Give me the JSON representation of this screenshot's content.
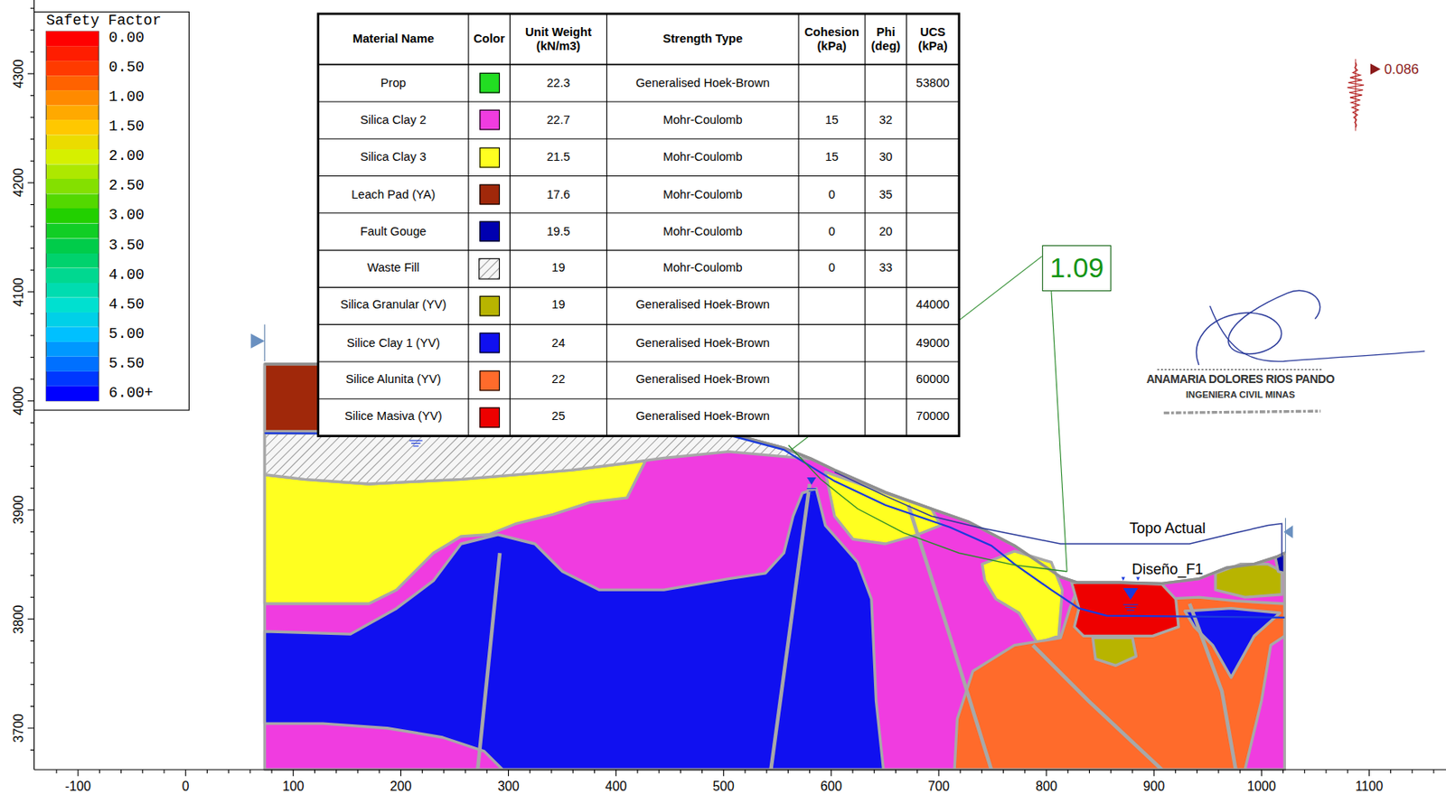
{
  "diagram": {
    "nodes": [
      {
        "text": [
          "1.09"
        ]
      }
    ],
    "labels": [
      "Safety Factor",
      "Material Name",
      "Color",
      "Unit Weight (kN/m3)",
      "Strength Type",
      "Cohesion (kPa)",
      "Phi (deg)",
      "UCS (kPa)",
      "22.3",
      "Generalised Hoek-Brown",
      "53800",
      "22.7",
      "Mohr-Coulomb",
      "15",
      "32",
      "21.5",
      "Mohr-Coulomb",
      "15",
      "30",
      "17.6",
      "Mohr-Coulomb",
      "0",
      "35",
      "19.5",
      "Mohr-Coulomb",
      "0",
      "20",
      "19",
      "Mohr-Coulomb",
      "0",
      "33",
      "19",
      "Generalised Hoek-Brown",
      "44000",
      "24",
      "Generalised Hoek-Brown",
      "49000",
      "22",
      "Generalised Hoek-Brown",
      "60000",
      "25",
      "Generalised Hoek-Brown",
      "70000",
      "4300",
      "4200",
      "4100",
      "4000",
      "3900",
      "3800",
      "3700",
      "-100",
      "0",
      "100",
      "200",
      "300",
      "400",
      "500",
      "600",
      "700",
      "800",
      "900",
      "1000",
      "1100",
      "0.086",
      "Topo Actual",
      "Diseño_F1",
      "ANAMARIA DOLORES RIOS PANDO",
      "INGENIERA CIVIL MINAS"
    ],
    "legend": [
      {
        "text": "0.00",
        "color": "#ff0000"
      },
      {
        "text": "0.50",
        "color": "#ff3a00"
      },
      {
        "text": "1.00",
        "color": "#ff8a00"
      },
      {
        "text": "1.50",
        "color": "#ffc800"
      },
      {
        "text": "2.00",
        "color": "#d6f000"
      },
      {
        "text": "2.50",
        "color": "#84e000"
      },
      {
        "text": "3.00",
        "color": "#22d000"
      },
      {
        "text": "3.50",
        "color": "#00cc4a"
      },
      {
        "text": "4.00",
        "color": "#00d890"
      },
      {
        "text": "4.50",
        "color": "#00e0d0"
      },
      {
        "text": "5.00",
        "color": "#00c0ff"
      },
      {
        "text": "5.50",
        "color": "#0070ff"
      },
      {
        "text": "6.00+",
        "color": "#0000ff"
      },
      {
        "text": "Prop",
        "color": "#22dd22"
      },
      {
        "text": "Silica Clay 2",
        "color": "#f03ce0"
      },
      {
        "text": "Silica Clay 3",
        "color": "#ffff20"
      },
      {
        "text": "Leach Pad (YA)",
        "color": "#a0280a"
      },
      {
        "text": "Fault Gouge",
        "color": "#0000b0"
      },
      {
        "text": "Waste Fill"
      },
      {
        "text": "Silica Granular (YV)",
        "color": "#b8b400"
      },
      {
        "text": "Silice Clay 1 (YV)",
        "color": "#1010f0"
      },
      {
        "text": "Silice Alunita (YV)",
        "color": "#ff6b2b"
      },
      {
        "text": "Silice Masiva (YV)",
        "color": "#ee0000"
      }
    ]
  }
}
